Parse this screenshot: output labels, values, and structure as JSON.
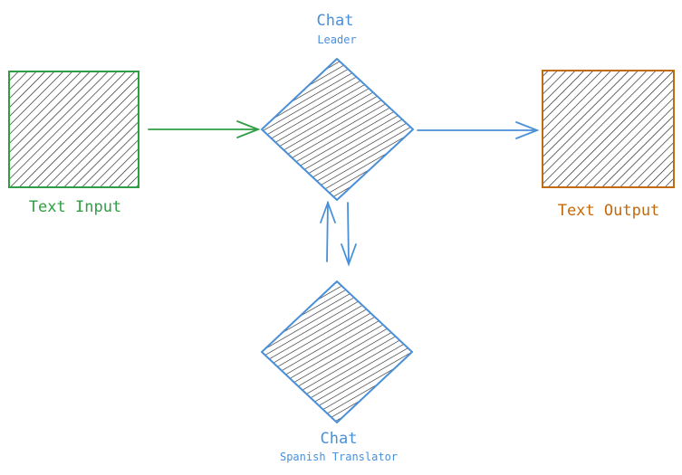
{
  "nodes": {
    "text_input": {
      "label": "Text Input",
      "color": "#2f9e44"
    },
    "chat_leader": {
      "title": "Chat",
      "subtitle": "Leader",
      "color": "#4a90d9"
    },
    "text_output": {
      "label": "Text Output",
      "color": "#c36a0a"
    },
    "chat_translator": {
      "title": "Chat",
      "subtitle": "Spanish Translator",
      "color": "#4a90d9"
    }
  },
  "colors": {
    "hatch": "#1e1e1e",
    "edge_input": "#2f9e44",
    "edge_blue": "#4a90d9"
  }
}
